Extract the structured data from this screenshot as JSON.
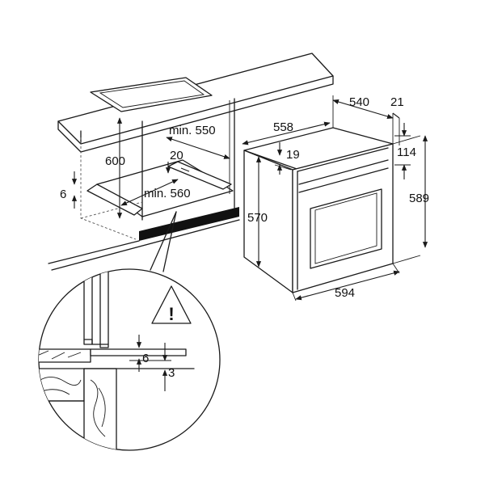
{
  "dimensions": {
    "cutout_height": "600",
    "cutout_width": "min. 550",
    "cutout_depth": "min. 560",
    "rail_gap": "20",
    "base_gap": "6",
    "oven_depth_top": "540",
    "front_thickness": "21",
    "oven_body_depth": "558",
    "top_offset": "19",
    "panel_height": "114",
    "oven_height": "589",
    "body_height": "570",
    "oven_width": "594",
    "detail_gap": "6",
    "detail_thickness": "3"
  },
  "warning": {
    "symbol": "!"
  },
  "colors": {
    "line": "#1a1a1a",
    "background": "#ffffff"
  }
}
